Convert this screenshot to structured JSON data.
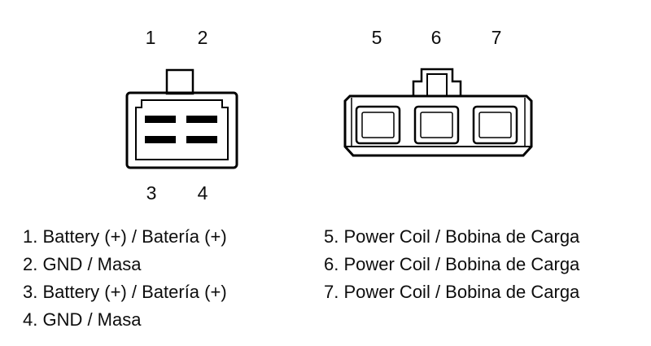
{
  "diagram": {
    "colors": {
      "line": "#000000",
      "background": "#ffffff"
    },
    "left_connector": {
      "name": "4-pin battery/ground connector",
      "pins_top": [
        "1",
        "2"
      ],
      "pins_bottom": [
        "3",
        "4"
      ]
    },
    "right_connector": {
      "name": "3-pin power coil connector",
      "pins_top": [
        "5",
        "6",
        "7"
      ]
    },
    "legend_left": [
      "1. Battery (+) / Batería (+)",
      "2. GND / Masa",
      "3. Battery (+) / Batería (+)",
      "4. GND / Masa"
    ],
    "legend_right": [
      "5. Power Coil / Bobina de Carga",
      "6. Power Coil / Bobina de Carga",
      "7. Power Coil / Bobina de Carga"
    ]
  }
}
